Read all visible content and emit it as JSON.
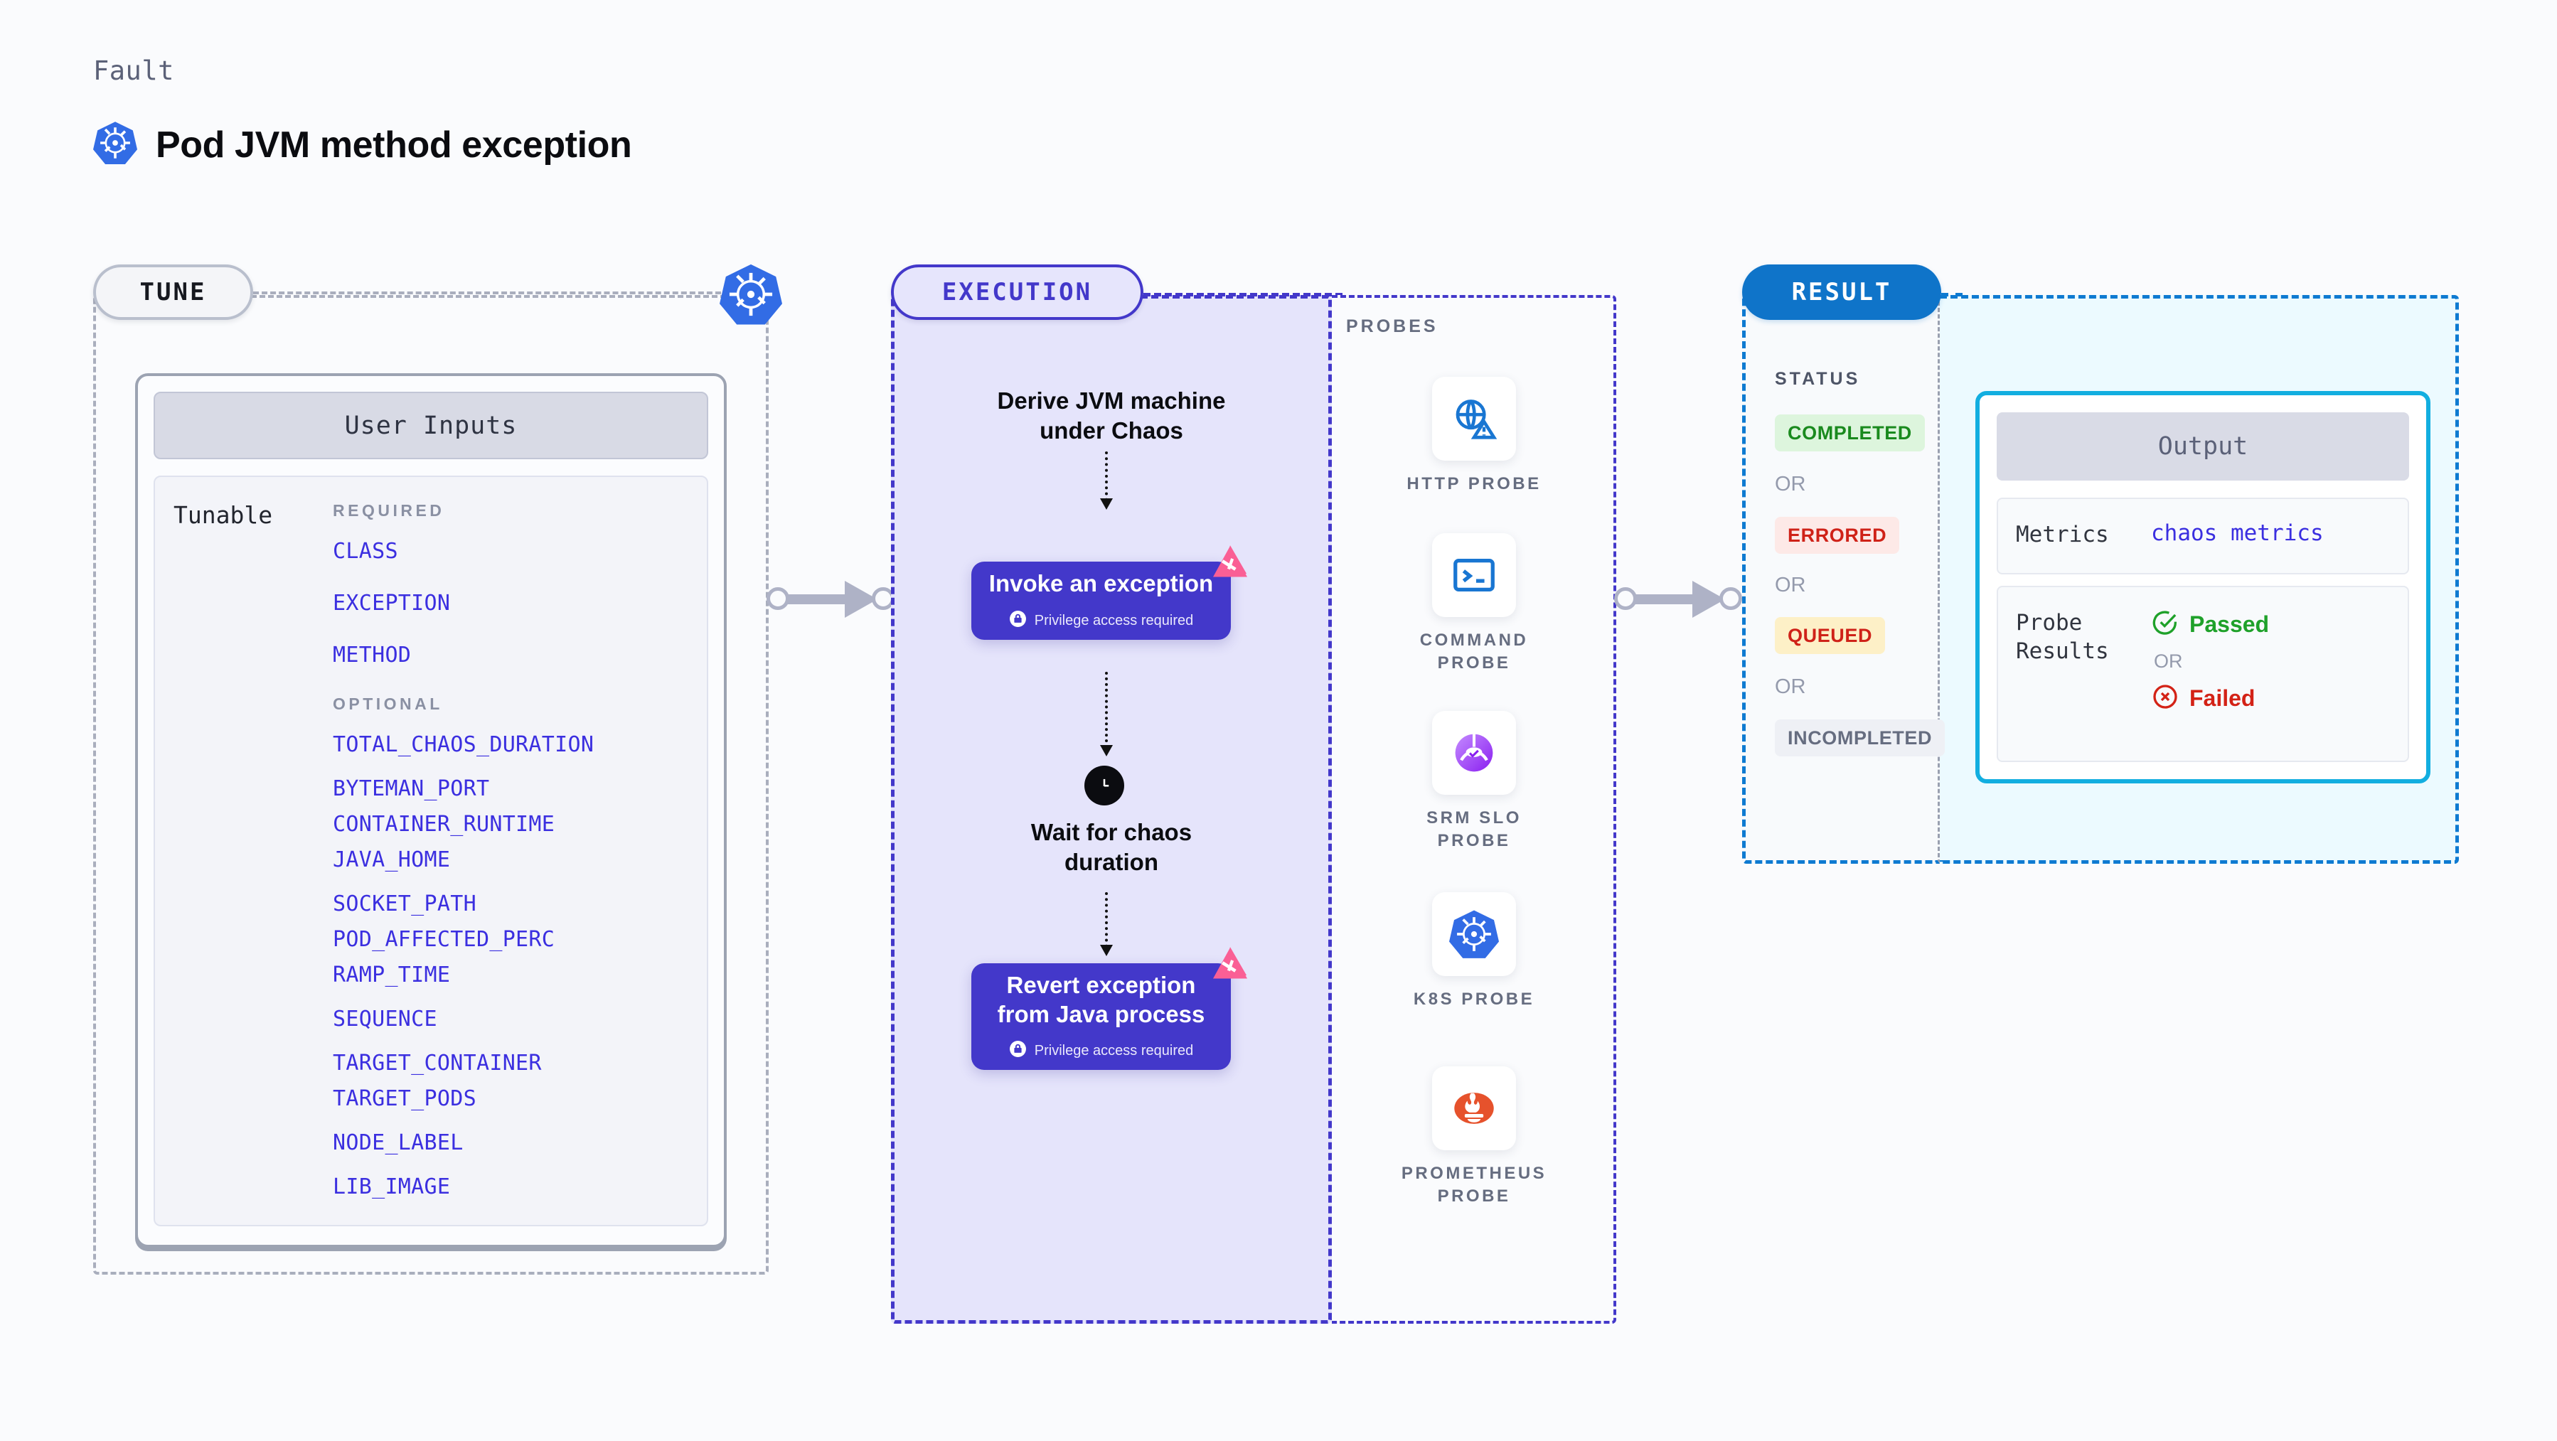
{
  "header": {
    "kicker": "Fault",
    "title": "Pod JVM method exception",
    "icon": "kubernetes-icon"
  },
  "tune": {
    "tag": "TUNE",
    "icon": "kubernetes-icon",
    "card": {
      "title": "User Inputs",
      "row_label": "Tunable",
      "groups": [
        {
          "heading": "REQUIRED",
          "items": [
            "CLASS",
            "EXCEPTION",
            "METHOD"
          ]
        },
        {
          "heading": "OPTIONAL",
          "items": [
            "TOTAL_CHAOS_DURATION",
            "BYTEMAN_PORT",
            "CONTAINER_RUNTIME",
            "JAVA_HOME",
            "SOCKET_PATH",
            "POD_AFFECTED_PERC",
            "RAMP_TIME",
            "SEQUENCE",
            "TARGET_CONTAINER",
            "TARGET_PODS",
            "NODE_LABEL",
            "LIB_IMAGE"
          ]
        }
      ]
    }
  },
  "execution": {
    "tag": "EXECUTION",
    "steps": [
      {
        "type": "text",
        "label": "Derive JVM machine\nunder Chaos"
      },
      {
        "type": "card",
        "label": "Invoke an exception",
        "note": "Privilege access required",
        "badge": "litmus-logo-icon",
        "note_icon": "lock-icon"
      },
      {
        "type": "wait",
        "label": "Wait for chaos\nduration",
        "icon": "clock-icon"
      },
      {
        "type": "card",
        "label": "Revert exception\nfrom Java process",
        "note": "Privilege access required",
        "badge": "litmus-logo-icon",
        "note_icon": "lock-icon"
      }
    ]
  },
  "probes": {
    "title": "PROBES",
    "items": [
      {
        "label": "HTTP PROBE",
        "icon": "globe-warning-icon"
      },
      {
        "label": "COMMAND\nPROBE",
        "icon": "terminal-icon"
      },
      {
        "label": "SRM SLO\nPROBE",
        "icon": "srm-slo-icon"
      },
      {
        "label": "K8S PROBE",
        "icon": "kubernetes-icon"
      },
      {
        "label": "PROMETHEUS\nPROBE",
        "icon": "prometheus-icon"
      }
    ]
  },
  "result": {
    "tag": "RESULT",
    "status_title": "STATUS",
    "or_label": "OR",
    "statuses": [
      {
        "label": "COMPLETED",
        "bg": "#ddf5dd",
        "fg": "#1a8a1e"
      },
      {
        "label": "ERRORED",
        "bg": "#fde9e7",
        "fg": "#cf2218"
      },
      {
        "label": "QUEUED",
        "bg": "#fdf0c7",
        "fg": "#cf2218"
      },
      {
        "label": "INCOMPLETED",
        "bg": "#eef0f5",
        "fg": "#666d80"
      }
    ],
    "output": {
      "title": "Output",
      "metrics_key": "Metrics",
      "metrics_value": "chaos metrics",
      "probe_results_key": "Probe\nResults",
      "passed_label": "Passed",
      "failed_label": "Failed",
      "or_label": "OR",
      "passed_icon": "check-circle-icon",
      "failed_icon": "x-circle-icon"
    }
  },
  "colors": {
    "accent_purple": "#4338ca",
    "accent_blue": "#0f74c9",
    "litmus_pink": "#fa5f95",
    "k8s_blue": "#326ce5",
    "tunable_text": "#3b2fe0",
    "passed_green": "#1fa12a",
    "failed_red": "#d32216"
  }
}
